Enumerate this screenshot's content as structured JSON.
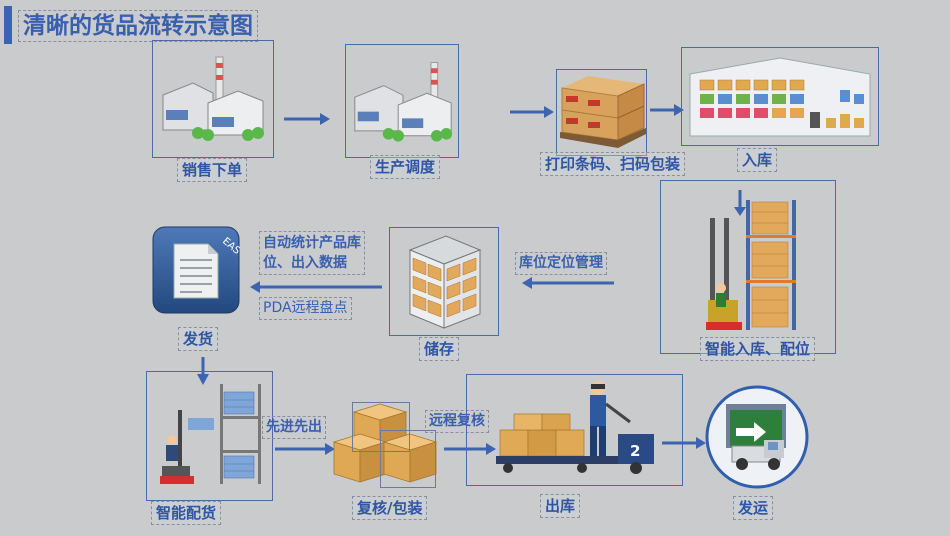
{
  "title": "清晰的货品流转示意图",
  "steps": {
    "s1": "销售下单",
    "s2": "生产调度",
    "s3": "打印条码、扫码包装",
    "s4": "入库",
    "s5": "智能入库、配位",
    "s6": "储存",
    "s7": "发货",
    "s8": "智能配货",
    "s9": "复核/包装",
    "s10": "出库",
    "s11": "发运"
  },
  "notes": {
    "n1_line1": "自动统计产品库",
    "n1_line2": "位、出入数据",
    "n2": "PDA远程盘点",
    "n3": "库位定位管理",
    "n4": "先进先出",
    "n5": "远程复核"
  },
  "icons": {
    "eas_text": "EAS",
    "truck_number": "2"
  },
  "colors": {
    "accent": "#3a5fae",
    "arrow": "#3d64b0",
    "background": "#c9cbcd"
  }
}
